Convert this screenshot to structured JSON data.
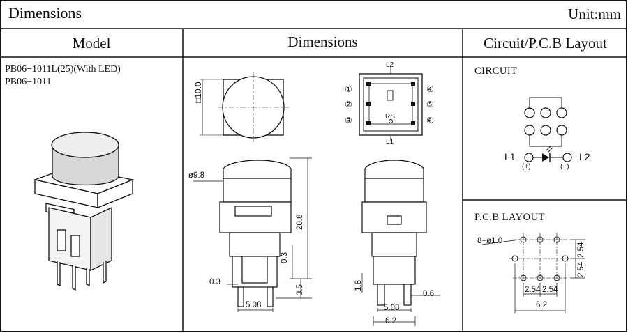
{
  "header": {
    "title": "Dimensions",
    "unit": "Unit:mm"
  },
  "columns": {
    "model": "Model",
    "dimensions": "Dimensions",
    "circuit_pcb": "Circuit/P.C.B Layout"
  },
  "models": [
    "PB06−1011L(25)(With LED)",
    "PB06−1011"
  ],
  "top_view": {
    "square_label": "□10.0",
    "terminal_numbers": [
      "①",
      "②",
      "③",
      "④",
      "⑤",
      "⑥"
    ],
    "l2": "L2",
    "l1": "L1",
    "rs": "RS"
  },
  "front_view": {
    "dia": "ø9.8",
    "height_total": "20.8",
    "pin_len": "3.5",
    "pin_gap": "0.3",
    "pin_thick": "0.3",
    "pitch": "5.08"
  },
  "side_view": {
    "pin_offset": "1.8",
    "pin_thick": "0.6",
    "pitch": "5.08",
    "width": "6.2"
  },
  "circuit": {
    "label": "CIRCUIT",
    "l1": "L1",
    "l2": "L2",
    "plus": "(+)",
    "minus": "(−)"
  },
  "pcb": {
    "label": "P.C.B LAYOUT",
    "hole": "8−ø1.0",
    "dim_h1": "2.54",
    "dim_h2": "2.54",
    "dim_v1": "2.54",
    "dim_v2": "2.54",
    "dim_total": "6.2"
  }
}
